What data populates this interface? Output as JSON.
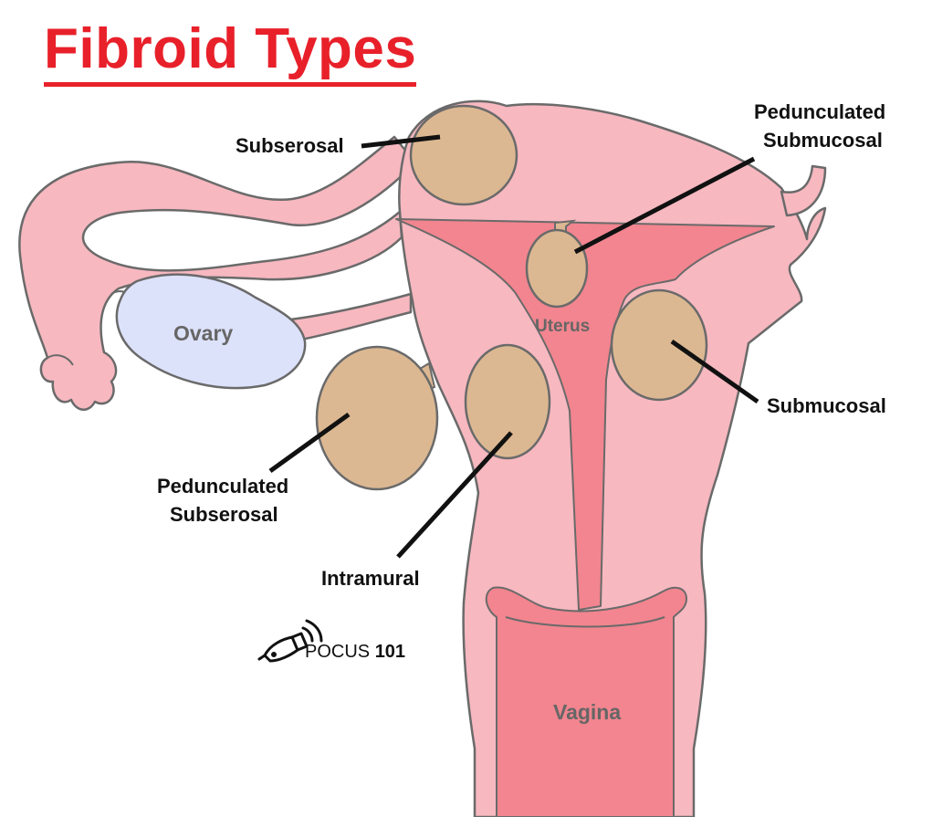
{
  "title": "Fibroid Types",
  "labels": {
    "subserosal": "Subserosal",
    "ped_submucosal_1": "Pedunculated",
    "ped_submucosal_2": "Submucosal",
    "submucosal": "Submucosal",
    "ped_subserosal_1": "Pedunculated",
    "ped_subserosal_2": "Subserosal",
    "intramural": "Intramural"
  },
  "organs": {
    "ovary": "Ovary",
    "uterus": "Uterus",
    "vagina": "Vagina"
  },
  "logo": {
    "name": "POCUS",
    "number": "101",
    "icon": "ultrasound-probe-icon"
  },
  "colors": {
    "title": "#e8202a",
    "uterus_tissue": "#f7b8c0",
    "outline": "#6a6a6a",
    "cavity": "#f2858f",
    "fibroid": "#dcb892",
    "ovary": "#dde2fb",
    "leader": "#111111"
  }
}
